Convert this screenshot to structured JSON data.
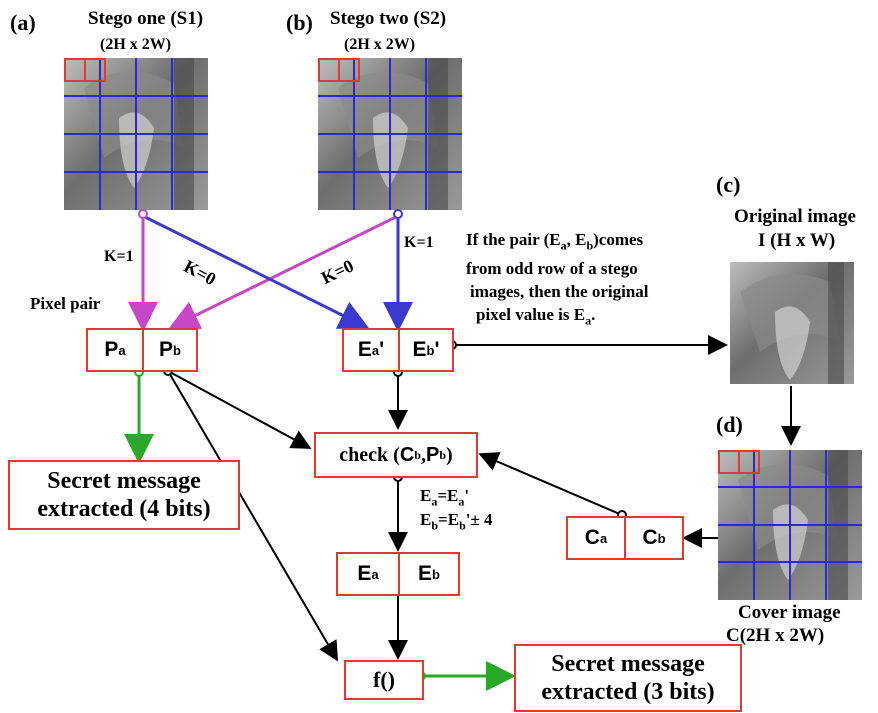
{
  "panels": {
    "a": "(a)",
    "b": "(b)",
    "c": "(c)",
    "d": "(d)"
  },
  "stego_one": {
    "title": "Stego one (S1)",
    "size": "(2H x 2W)"
  },
  "stego_two": {
    "title": "Stego two (S2)",
    "size": "(2H x 2W)"
  },
  "original": {
    "title": "Original image",
    "size": "I (H x W)"
  },
  "cover": {
    "title": "Cover image",
    "size": "C(2H x 2W)"
  },
  "edges": {
    "k1_left": "K=1",
    "k0_left": "K=0",
    "k0_right": "K=0",
    "k1_right": "K=1"
  },
  "pixel_pair_label": "Pixel pair",
  "pair_p": {
    "a": "P",
    "a_sub": "a",
    "b": "P",
    "b_sub": "b"
  },
  "pair_e_prime": {
    "a": "E",
    "a_sub": "a",
    "a_tail": "'",
    "b": "E",
    "b_sub": "b",
    "b_tail": "'"
  },
  "pair_e": {
    "a": "E",
    "a_sub": "a",
    "b": "E",
    "b_sub": "b"
  },
  "pair_c": {
    "a": "C",
    "a_sub": "a",
    "b": "C",
    "b_sub": "b"
  },
  "note": {
    "line1_pre": "If the pair (E",
    "line1_mid": ", E",
    "line1_post": ")comes",
    "line2": "from odd row of a stego",
    "line3": "images, then the original",
    "line4_pre": "pixel value is E",
    "line4_post": ".",
    "sub_a": "a",
    "sub_b": "b"
  },
  "check": {
    "pre": "check (",
    "c": "C",
    "c_sub": "b",
    "sep": ", ",
    "p": "P",
    "p_sub": "b",
    "post": ")"
  },
  "equations": {
    "eq1_a": "E",
    "eq1_sub": "a",
    "eq1_rest": "=E",
    "eq1_sub2": "a",
    "eq1_tail": "'",
    "eq2_a": "E",
    "eq2_sub": "b",
    "eq2_rest": "=E",
    "eq2_sub2": "b",
    "eq2_tail": "'± 4"
  },
  "secret_4": {
    "line1": "Secret message",
    "line2": "extracted (4 bits)"
  },
  "secret_3": {
    "line1": "Secret message",
    "line2": "extracted (3 bits)"
  },
  "func": "f()",
  "colors": {
    "box_border": "#e23a32",
    "grid_line": "#2a2ad4",
    "arrow_magenta": "#c846c8",
    "arrow_blue": "#3a3ad0",
    "arrow_green": "#2aa82a",
    "arrow_black": "#000000"
  }
}
